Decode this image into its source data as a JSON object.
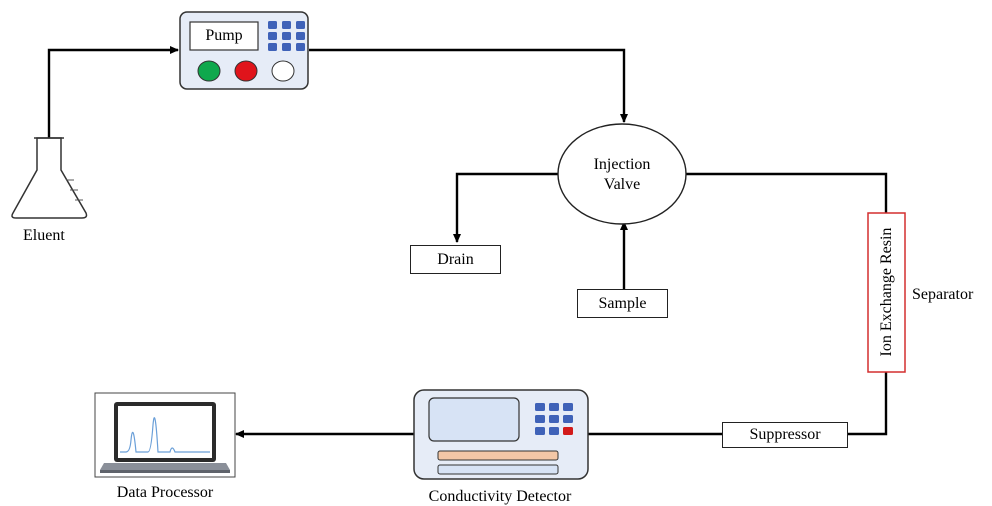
{
  "labels": {
    "pump": "Pump",
    "eluent": "Eluent",
    "injection_valve_line1": "Injection",
    "injection_valve_line2": "Valve",
    "drain": "Drain",
    "sample": "Sample",
    "column": "Ion Exchange Resin",
    "separator": "Separator",
    "suppressor": "Suppressor",
    "conductivity_detector": "Conductivity Detector",
    "data_processor": "Data Processor"
  },
  "colors": {
    "device_fill": "#e6ecf7",
    "key_blue": "#3f62b8",
    "key_red": "#d21a1a",
    "button_green": "#0fa84d",
    "button_red": "#e0141b",
    "screen_blue": "#d7e3f5",
    "strip_orange": "#f3c7a6",
    "strip_blue": "#d7e3f5",
    "column_border": "#d32f2f",
    "line": "#000000"
  },
  "icons": [
    "pump-keypad-icon",
    "erlenmeyer-flask-icon",
    "laptop-chromatogram-icon",
    "detector-keypad-icon"
  ]
}
